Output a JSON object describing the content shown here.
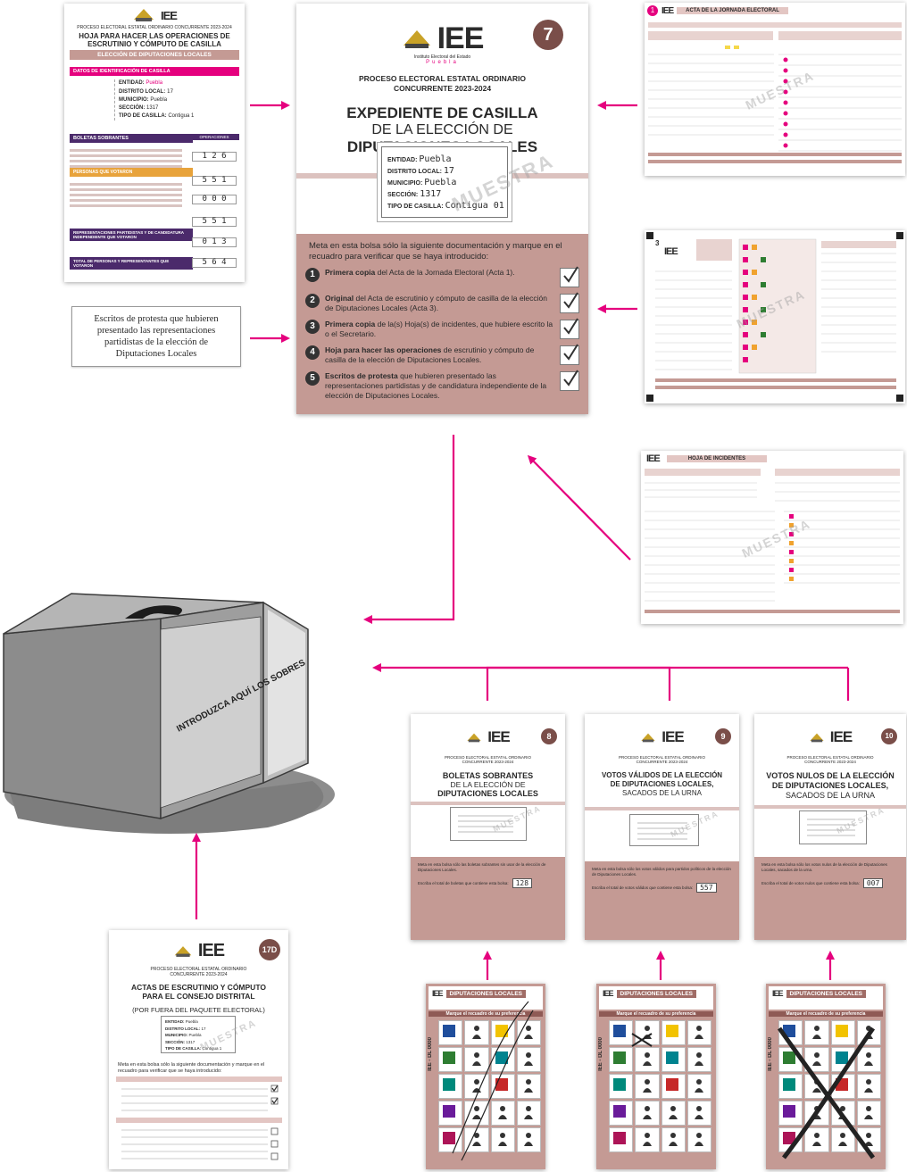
{
  "colors": {
    "accent": "#e5007e",
    "mauve": "#c49a94",
    "dark_mauve": "#8f5a55"
  },
  "logo": {
    "text": "IEE",
    "subtitle": "Instituto Electoral del Estado",
    "place": "Puebla"
  },
  "main_envelope": {
    "number": "7",
    "process_title": "PROCESO ELECTORAL ESTATAL ORDINARIO CONCURRENTE 2023-2024",
    "title_line1": "EXPEDIENTE DE CASILLA",
    "title_line2": "DE LA ELECCIÓN DE",
    "title_line3": "DIPUTACIONES LOCALES",
    "fields": [
      {
        "label": "ENTIDAD:",
        "value": "Puebla"
      },
      {
        "label": "DISTRITO LOCAL:",
        "value": "17"
      },
      {
        "label": "MUNICIPIO:",
        "value": "Puebla"
      },
      {
        "label": "SECCIÓN:",
        "value": "1317"
      },
      {
        "label": "TIPO DE CASILLA:",
        "value": "Contigua 01"
      }
    ],
    "watermark": "MUESTRA",
    "instructions": "Meta en esta bolsa sólo la siguiente documentación y marque en el recuadro para verificar que se haya introducido:",
    "items": [
      {
        "n": "1",
        "bold": "Primera copia",
        "text": " del Acta de la Jornada Electoral (Acta 1)."
      },
      {
        "n": "2",
        "bold": "Original",
        "text": " del Acta de escrutinio y cómputo de casilla de la elección de Diputaciones Locales (Acta 3)."
      },
      {
        "n": "3",
        "bold": "Primera copia",
        "text": " de la(s) Hoja(s) de incidentes, que hubiere escrito la o el Secretario."
      },
      {
        "n": "4",
        "bold": "Hoja para hacer las operaciones",
        "text": " de escrutinio y cómputo de casilla de la elección de Diputaciones Locales."
      },
      {
        "n": "5",
        "bold": "Escritos de protesta",
        "text": " que hubieren presentado las representaciones partidistas y de candidatura independiente de la elección de Diputaciones Locales."
      }
    ]
  },
  "worksheet": {
    "header_small": "PROCESO ELECTORAL ESTATAL ORDINARIO CONCURRENTE 2023-2024",
    "title": "HOJA PARA HACER LAS OPERACIONES DE ESCRUTINIO Y CÓMPUTO DE CASILLA",
    "band": "ELECCIÓN DE DIPUTACIONES LOCALES",
    "section1": "DATOS DE IDENTIFICACIÓN DE CASILLA",
    "fields": [
      {
        "label": "ENTIDAD:",
        "value": "Puebla"
      },
      {
        "label": "DISTRITO LOCAL:",
        "value": "17"
      },
      {
        "label": "MUNICIPIO:",
        "value": "Puebla"
      },
      {
        "label": "SECCIÓN:",
        "value": "1317"
      },
      {
        "label": "TIPO DE CASILLA:",
        "value": "Contigua 1"
      }
    ],
    "section2": "BOLETAS SOBRANTES",
    "section3": "PERSONAS QUE VOTARON",
    "section4": "REPRESENTACIONES PARTIDISTAS Y DE CANDIDATURA INDEPENDIENTE QUE VOTARON",
    "section5": "TOTAL DE PERSONAS Y REPRESENTANTES QUE VOTARON",
    "side_header": "OPERACIONES",
    "values": [
      "1 2 6",
      "5 5 1",
      "0 0 0",
      "5 5 1",
      "0 1 3",
      "5 6 4"
    ]
  },
  "protest_note": "Escritos de protesta que hubieren presentado las representaciones partidistas de la elección de Diputaciones Locales",
  "acta_jornada": {
    "number": "1",
    "title": "ACTA DE LA JORNADA ELECTORAL",
    "watermark": "MUESTRA"
  },
  "acta_escrutinio": {
    "number": "3",
    "watermark": "MUESTRA"
  },
  "hoja_incidentes": {
    "title": "HOJA DE INCIDENTES",
    "watermark": "MUESTRA"
  },
  "ballot_box": {
    "label": "INTRODUZCA AQUÍ LOS SOBRES"
  },
  "acta_17d": {
    "number": "17D",
    "process_title": "PROCESO ELECTORAL ESTATAL ORDINARIO CONCURRENTE 2023-2024",
    "title_line1": "ACTAS DE ESCRUTINIO Y CÓMPUTO",
    "title_line2": "PARA EL CONSEJO DISTRITAL",
    "subtitle": "(POR FUERA DEL PAQUETE ELECTORAL)",
    "fields": [
      {
        "label": "ENTIDAD:",
        "value": "Puebla"
      },
      {
        "label": "DISTRITO LOCAL:",
        "value": "17"
      },
      {
        "label": "MUNICIPIO:",
        "value": "Puebla"
      },
      {
        "label": "SECCIÓN:",
        "value": "1317"
      },
      {
        "label": "TIPO DE CASILLA:",
        "value": "Contigua 1"
      }
    ],
    "instructions": "Meta en esta bolsa sólo la siguiente documentación y marque en el recuadro para verificar que se haya introducido:",
    "watermark": "MUESTRA"
  },
  "envelope_8": {
    "number": "8",
    "process_title": "PROCESO ELECTORAL ESTATAL ORDINARIO CONCURRENTE 2023-2024",
    "title_line1": "BOLETAS SOBRANTES",
    "title_line2": "DE LA ELECCIÓN DE",
    "title_line3": "DIPUTACIONES LOCALES",
    "instructions": "Meta en esta bolsa sólo las boletas sobrantes sin usar de la elección de Diputaciones Locales.",
    "total_label": "Escriba el total de boletas que contiene esta bolsa:",
    "total": "128",
    "watermark": "MUESTRA"
  },
  "envelope_9": {
    "number": "9",
    "process_title": "PROCESO ELECTORAL ESTATAL ORDINARIO CONCURRENTE 2023-2024",
    "title_line1": "VOTOS VÁLIDOS DE LA ELECCIÓN",
    "title_line2": "DE DIPUTACIONES LOCALES,",
    "title_line3": "SACADOS DE LA URNA",
    "instructions": "Meta en esta bolsa sólo los votos válidos para partidos políticos de la elección de Diputaciones Locales.",
    "total_label": "Escriba el total de votos válidos que contiene esta bolsa:",
    "total": "557",
    "watermark": "MUESTRA"
  },
  "envelope_10": {
    "number": "10",
    "process_title": "PROCESO ELECTORAL ESTATAL ORDINARIO CONCURRENTE 2023-2024",
    "title_line1": "VOTOS NULOS DE LA ELECCIÓN",
    "title_line2": "DE DIPUTACIONES LOCALES,",
    "title_line3": "SACADOS DE LA URNA",
    "instructions": "Meta en esta bolsa sólo los votos nulos de la elección de Diputaciones Locales, sacados de la urna.",
    "total_label": "Escriba el total de votos nulos que contiene esta bolsa:",
    "total": "007",
    "watermark": "MUESTRA"
  },
  "ballots": {
    "title": "DIPUTACIONES LOCALES",
    "instruction": "Marque el recuadro de su preferencia",
    "side_text": "IEE - DL 0000"
  }
}
